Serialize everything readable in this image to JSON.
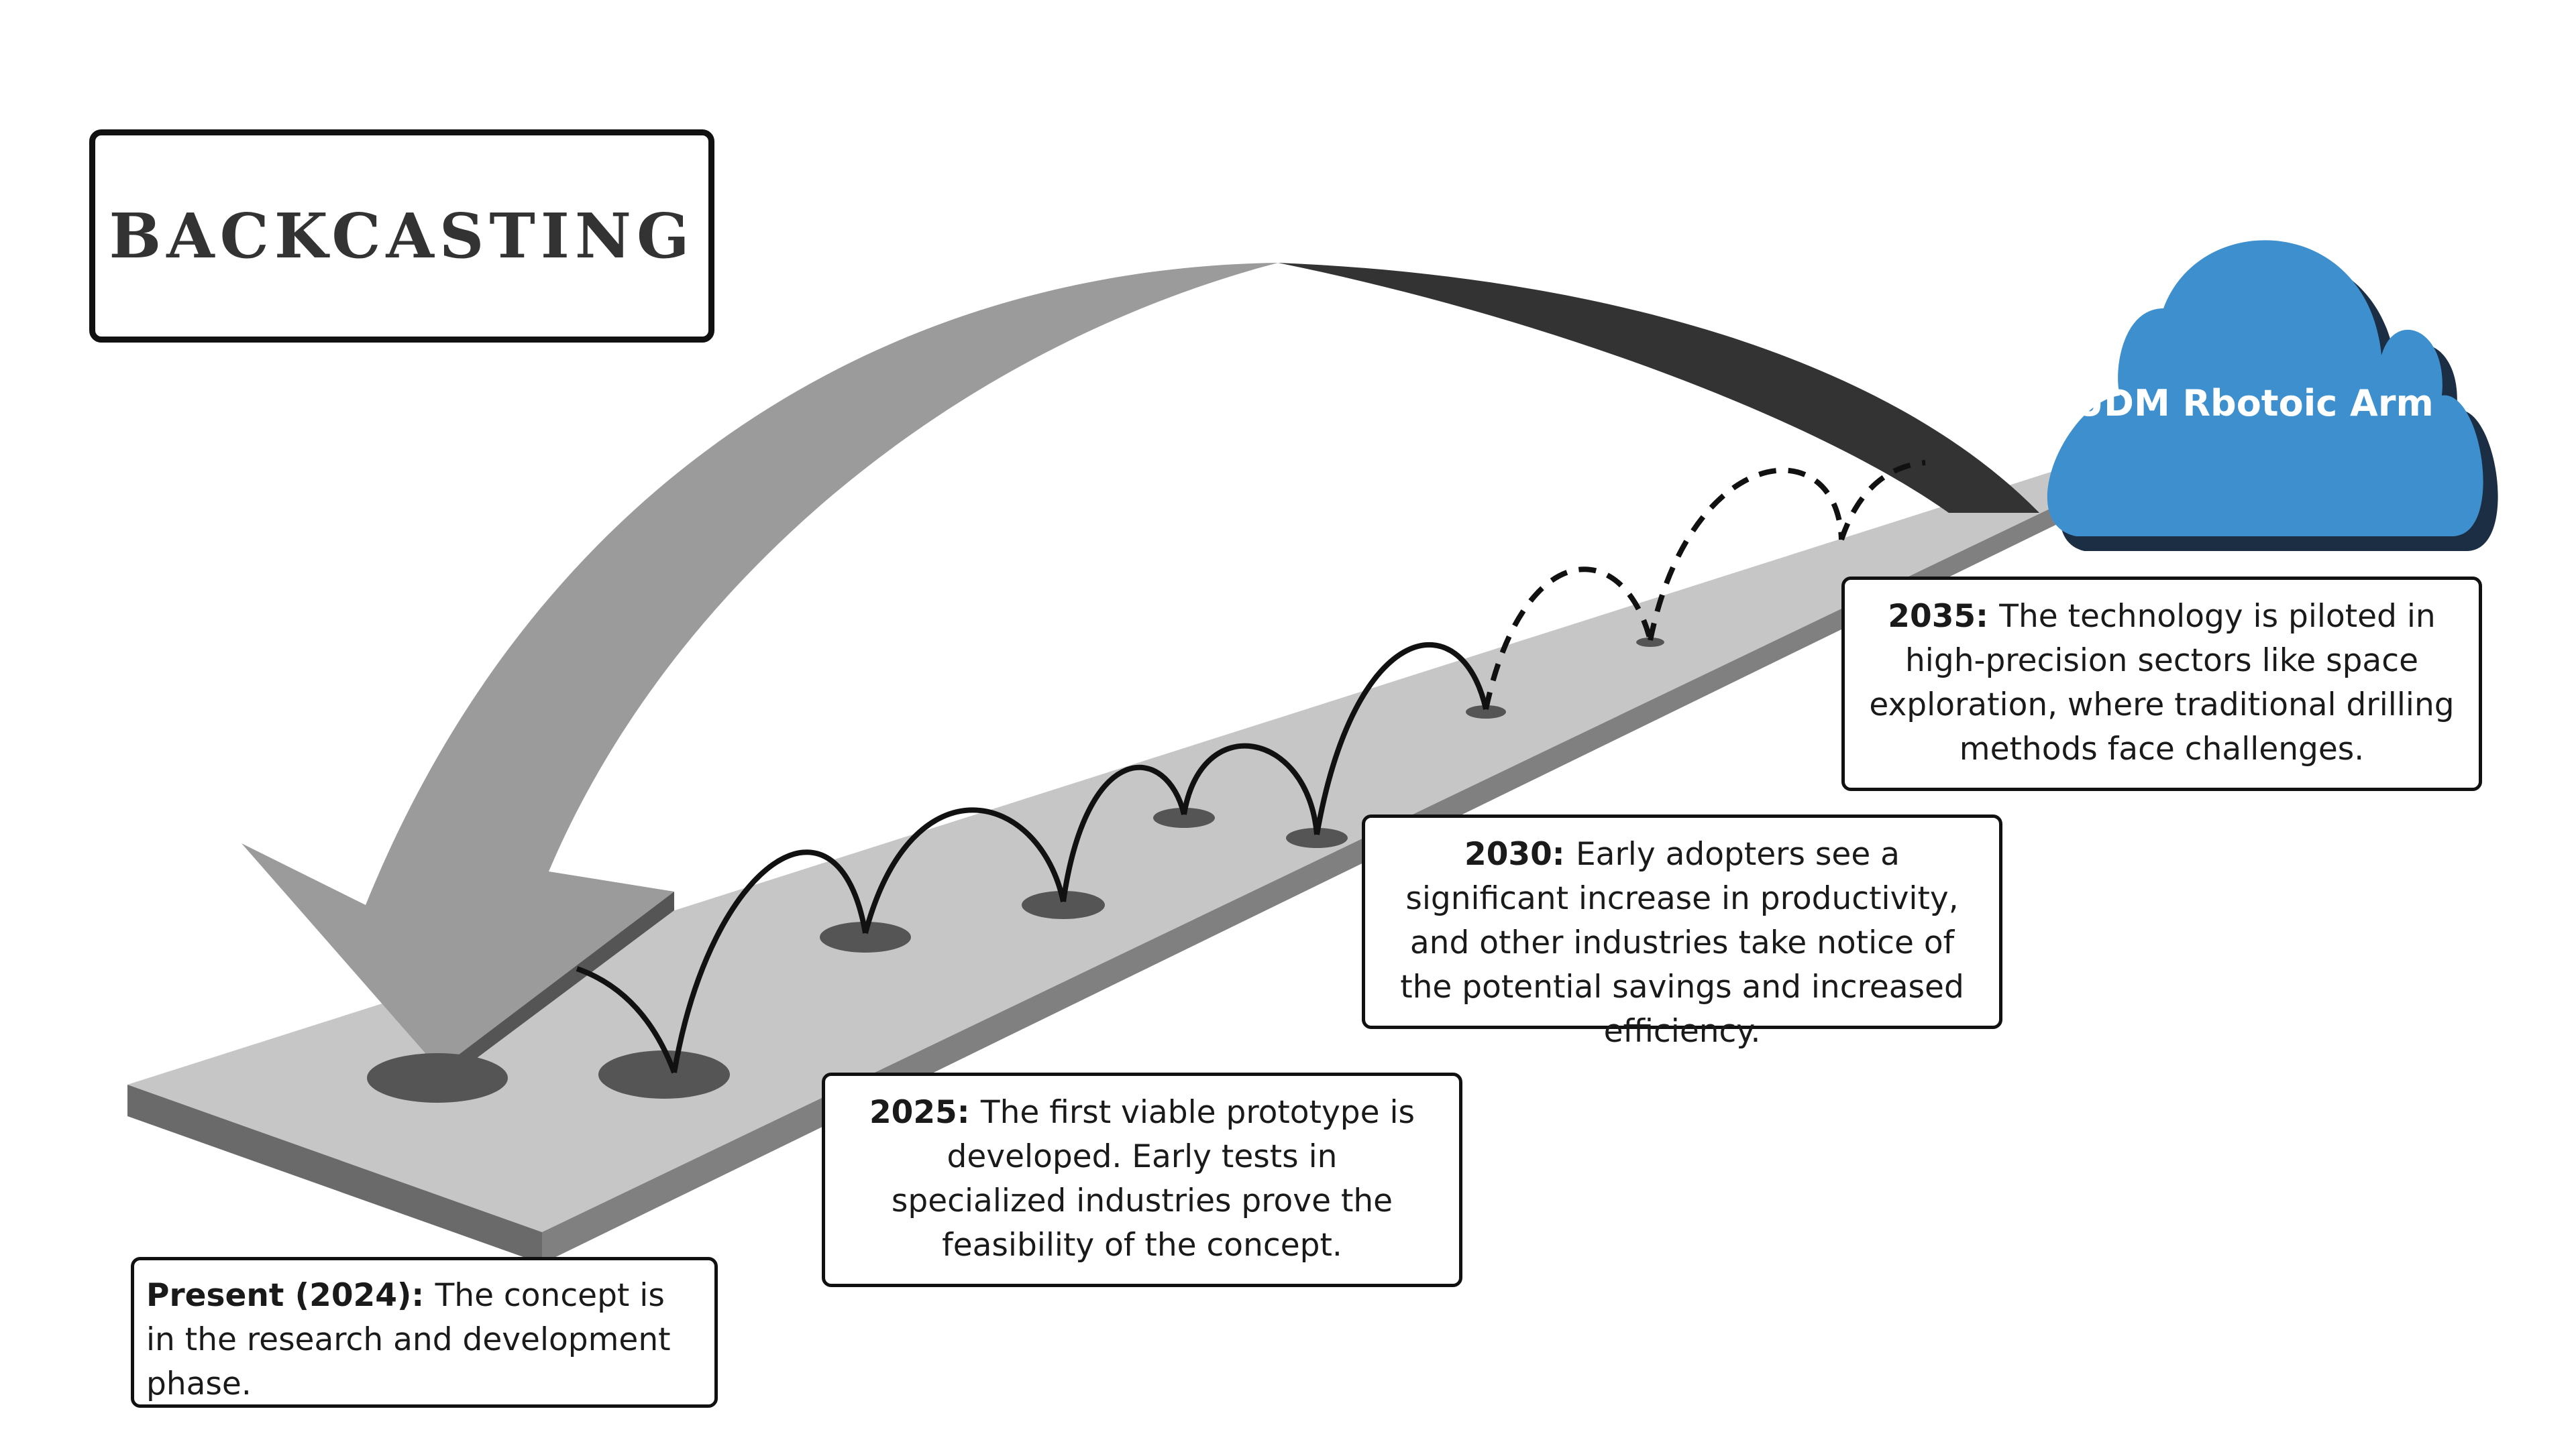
{
  "title": "BACKCASTING",
  "target": {
    "label": "UDM Rbotoic Arm",
    "icon": "cloud-icon",
    "color": "#3d8fce"
  },
  "milestones": [
    {
      "year_label": "Present (2024):",
      "text": "The concept is in the research and development phase."
    },
    {
      "year_label": "2025:",
      "text": "The first viable prototype is developed. Early tests in specialized industries prove the feasibility of the concept."
    },
    {
      "year_label": "2030:",
      "text": "Early adopters see a significant increase in productivity, and other industries take notice of the potential savings and increased efficiency."
    },
    {
      "year_label": "2035:",
      "text": "The technology is piloted in high-precision sectors like space exploration, where traditional drilling methods face challenges."
    }
  ],
  "colors": {
    "road_top": "#c6c6c6",
    "road_side": "#6e6e6e",
    "arrow_light": "#9a9a9a",
    "arrow_dark": "#333333",
    "hole": "#555555"
  }
}
